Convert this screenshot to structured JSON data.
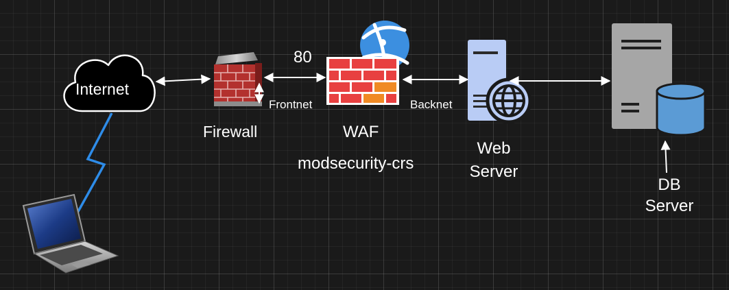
{
  "diagram": {
    "nodes": {
      "internet": {
        "label": "Internet"
      },
      "firewall": {
        "label": "Firewall"
      },
      "waf": {
        "label": "WAF",
        "sublabel": "modsecurity-crs"
      },
      "web_server": {
        "label_line1": "Web",
        "label_line2": "Server"
      },
      "db_server": {
        "label_line1": "DB",
        "label_line2": "Server"
      }
    },
    "links": {
      "frontnet": {
        "label": "Frontnet",
        "port": "80"
      },
      "backnet": {
        "label": "Backnet"
      }
    },
    "colors": {
      "background": "#1a1a1a",
      "arrow": "#ffffff",
      "lightning": "#2e8ce8",
      "brick": "#c9302c",
      "waf_brick": "#e84040",
      "waf_orange": "#f08a24",
      "web_server": "#b9ccf5",
      "db_cylinder": "#5b9bd5",
      "server_grey": "#a6a6a6"
    }
  }
}
